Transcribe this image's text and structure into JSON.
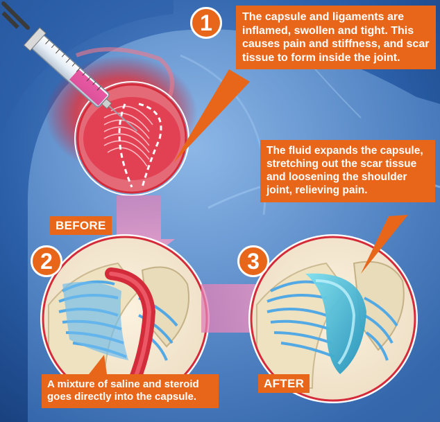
{
  "callouts": {
    "step1": "The capsule and ligaments are inflamed, swollen and tight. This causes pain and stiffness, and scar tissue to form inside the joint.",
    "step3": "The fluid expands the capsule, stretching out the scar tissue and loosening the shoulder joint, relieving pain.",
    "step2": "A mixture of saline and steroid goes directly into the capsule."
  },
  "badges": {
    "one": "1",
    "two": "2",
    "three": "3"
  },
  "labels": {
    "before": "BEFORE",
    "after": "AFTER"
  },
  "colors": {
    "accent": "#e8661a",
    "background": "#1f4f93",
    "inflamed": "#e0303a",
    "capsule_expanded": "#3bb8d8",
    "ligament": "#4aa6e6",
    "arrow": "#e08fbf"
  }
}
